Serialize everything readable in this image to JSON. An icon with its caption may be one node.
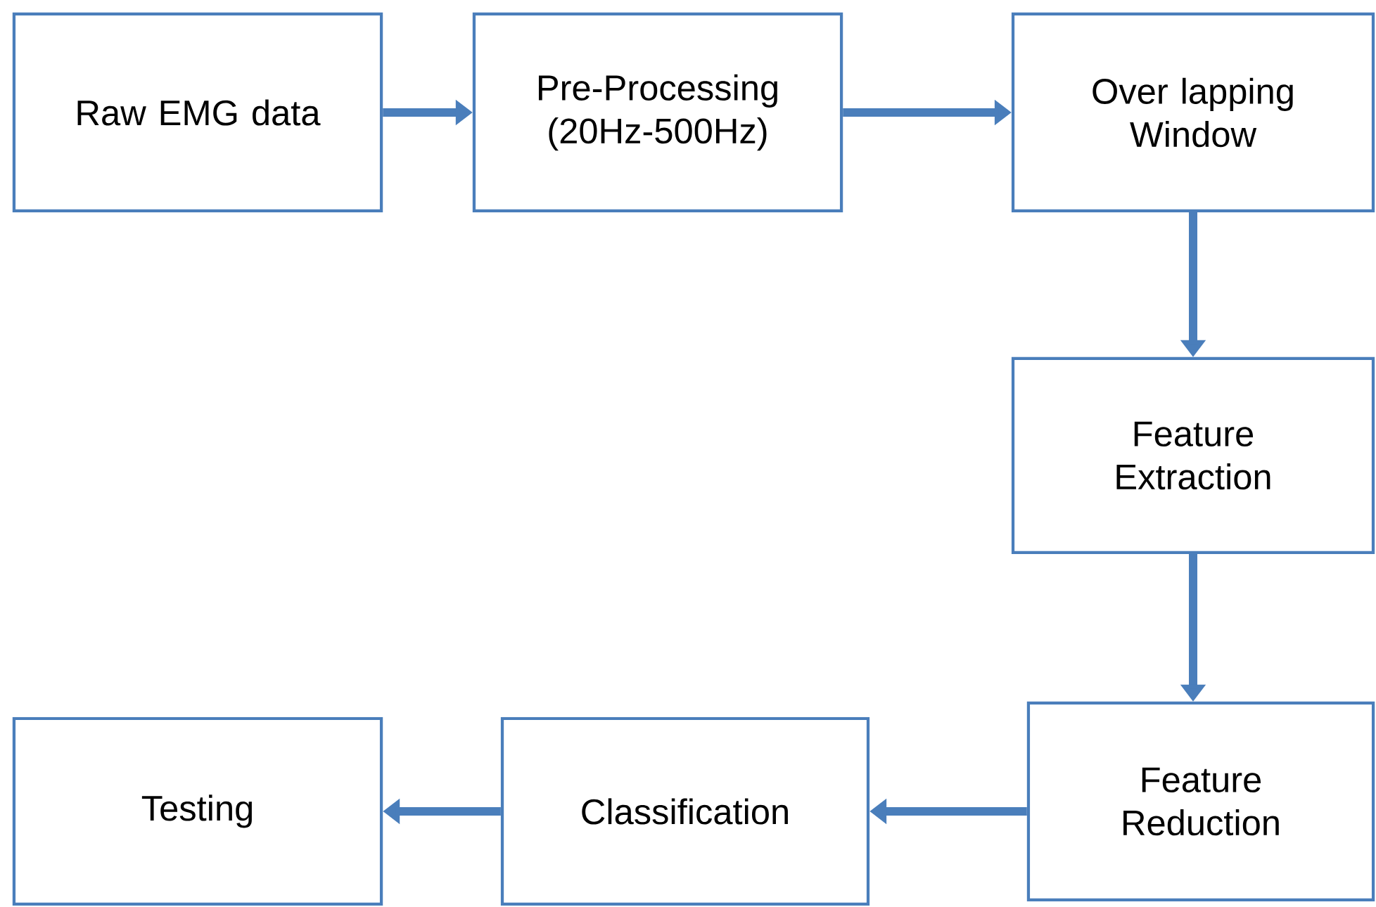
{
  "diagram": {
    "nodes": [
      {
        "text": [
          "Raw EMG data"
        ]
      },
      {
        "text": [
          "Pre-Processing (20Hz-500Hz)"
        ]
      },
      {
        "text": [
          "Over lapping Window"
        ]
      },
      {
        "text": [
          "Feature Extraction"
        ]
      },
      {
        "text": [
          "Feature Reduction"
        ]
      },
      {
        "text": [
          "Classification"
        ]
      },
      {
        "text": [
          "Testing"
        ]
      }
    ],
    "edges": [
      {
        "from": 0,
        "to": 1,
        "arrow": "to"
      },
      {
        "from": 1,
        "to": 2,
        "arrow": "to"
      },
      {
        "from": 2,
        "to": 3,
        "arrow": "to"
      },
      {
        "from": 3,
        "to": 4,
        "arrow": "to"
      },
      {
        "from": 4,
        "to": 5,
        "arrow": "to"
      },
      {
        "from": 5,
        "to": 6,
        "arrow": "to"
      }
    ]
  }
}
